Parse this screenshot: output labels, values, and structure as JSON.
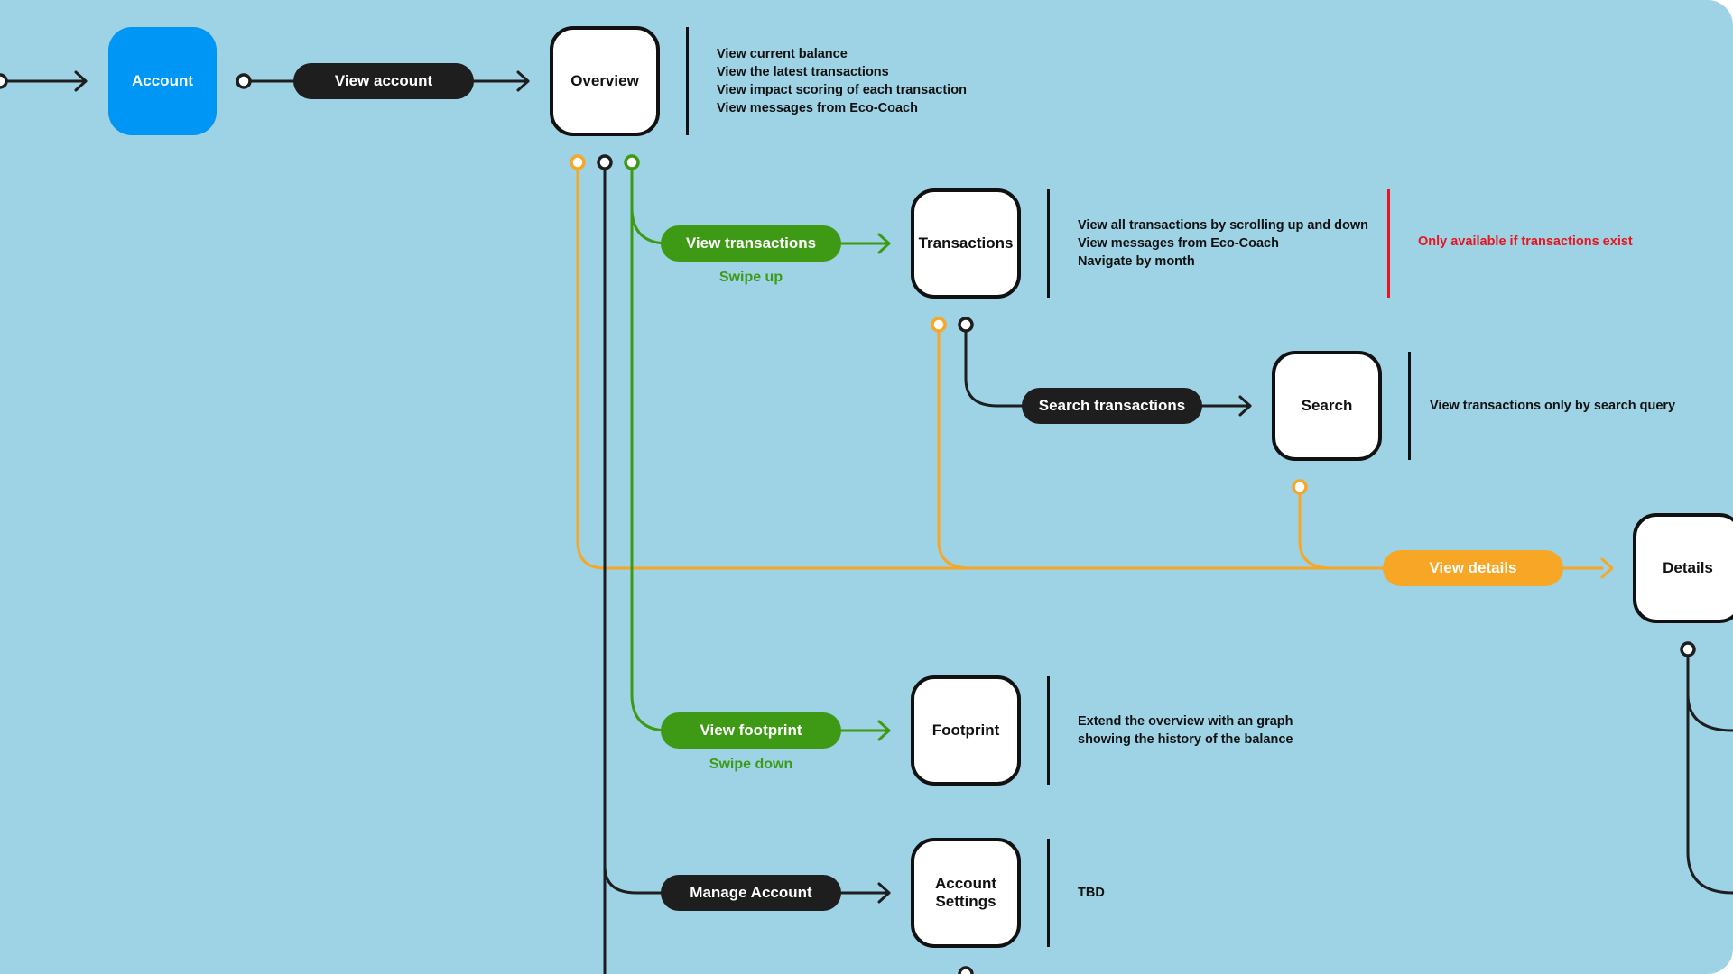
{
  "colors": {
    "background": "#9dd3e5",
    "entry_node": "#0096f5",
    "dark_flow": "#1e1e1e",
    "green_flow": "#3e9a14",
    "orange_flow": "#f8a625",
    "warning": "#e8141f"
  },
  "screens": {
    "account": "Account",
    "overview": "Overview",
    "transactions": "Transactions",
    "search": "Search",
    "details": "Details",
    "footprint": "Footprint",
    "account_settings": "Account Settings"
  },
  "actions": {
    "view_account": "View account",
    "view_transactions": "View transactions",
    "view_transactions_hint": "Swipe up",
    "search_transactions": "Search transactions",
    "view_details": "View details",
    "view_footprint": "View footprint",
    "view_footprint_hint": "Swipe down",
    "manage_account": "Manage Account"
  },
  "descriptions": {
    "overview": [
      "View current balance",
      "View the latest transactions",
      "View impact scoring of each transaction",
      "View messages from Eco-Coach"
    ],
    "transactions": [
      "View all transactions by scrolling up and down",
      "View messages from Eco-Coach",
      "Navigate by month"
    ],
    "transactions_note": "Only available if transactions exist",
    "search": [
      "View transactions only by search query"
    ],
    "footprint": [
      "Extend the overview with an graph",
      "showing the history of the balance"
    ],
    "account_settings": [
      "TBD"
    ]
  }
}
